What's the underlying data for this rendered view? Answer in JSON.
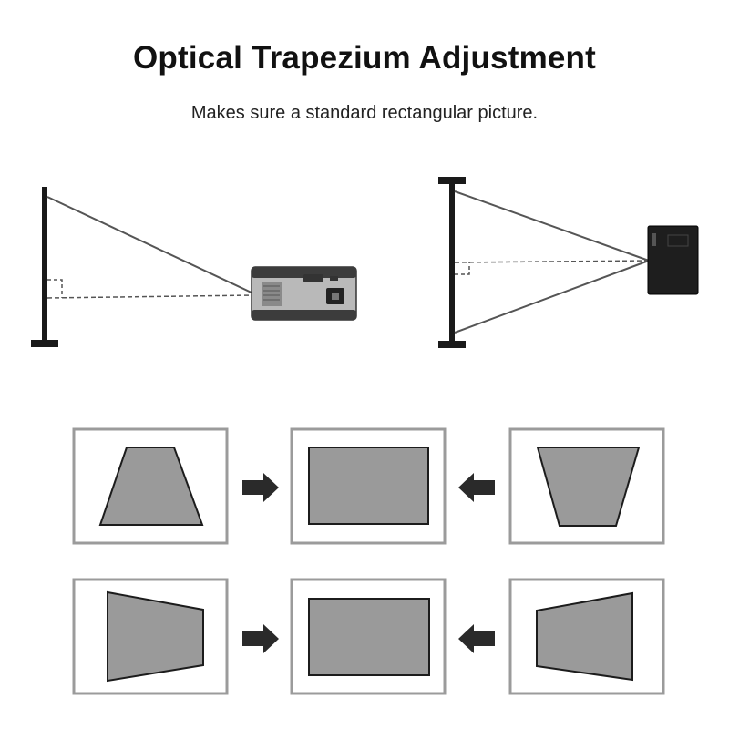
{
  "header": {
    "title": "Optical Trapezium Adjustment",
    "subtitle": "Makes sure a standard rectangular picture."
  },
  "colors": {
    "frame": "#9b9b9b",
    "screen_fill": "#9a9a9a",
    "screen_stroke": "#1c1c1c",
    "arrow": "#2a2a2a",
    "stand": "#1a1a1a",
    "beam": "#555555"
  },
  "correction_rows": [
    {
      "left": "trapezoid-wide-bottom",
      "result": "rectangle",
      "right": "trapezoid-wide-top"
    },
    {
      "left": "trapezoid-wide-left",
      "result": "rectangle",
      "right": "trapezoid-wide-right"
    }
  ],
  "scenes": [
    {
      "name": "side-view",
      "device": "projector-side"
    },
    {
      "name": "top-view",
      "device": "projector-rear"
    }
  ]
}
